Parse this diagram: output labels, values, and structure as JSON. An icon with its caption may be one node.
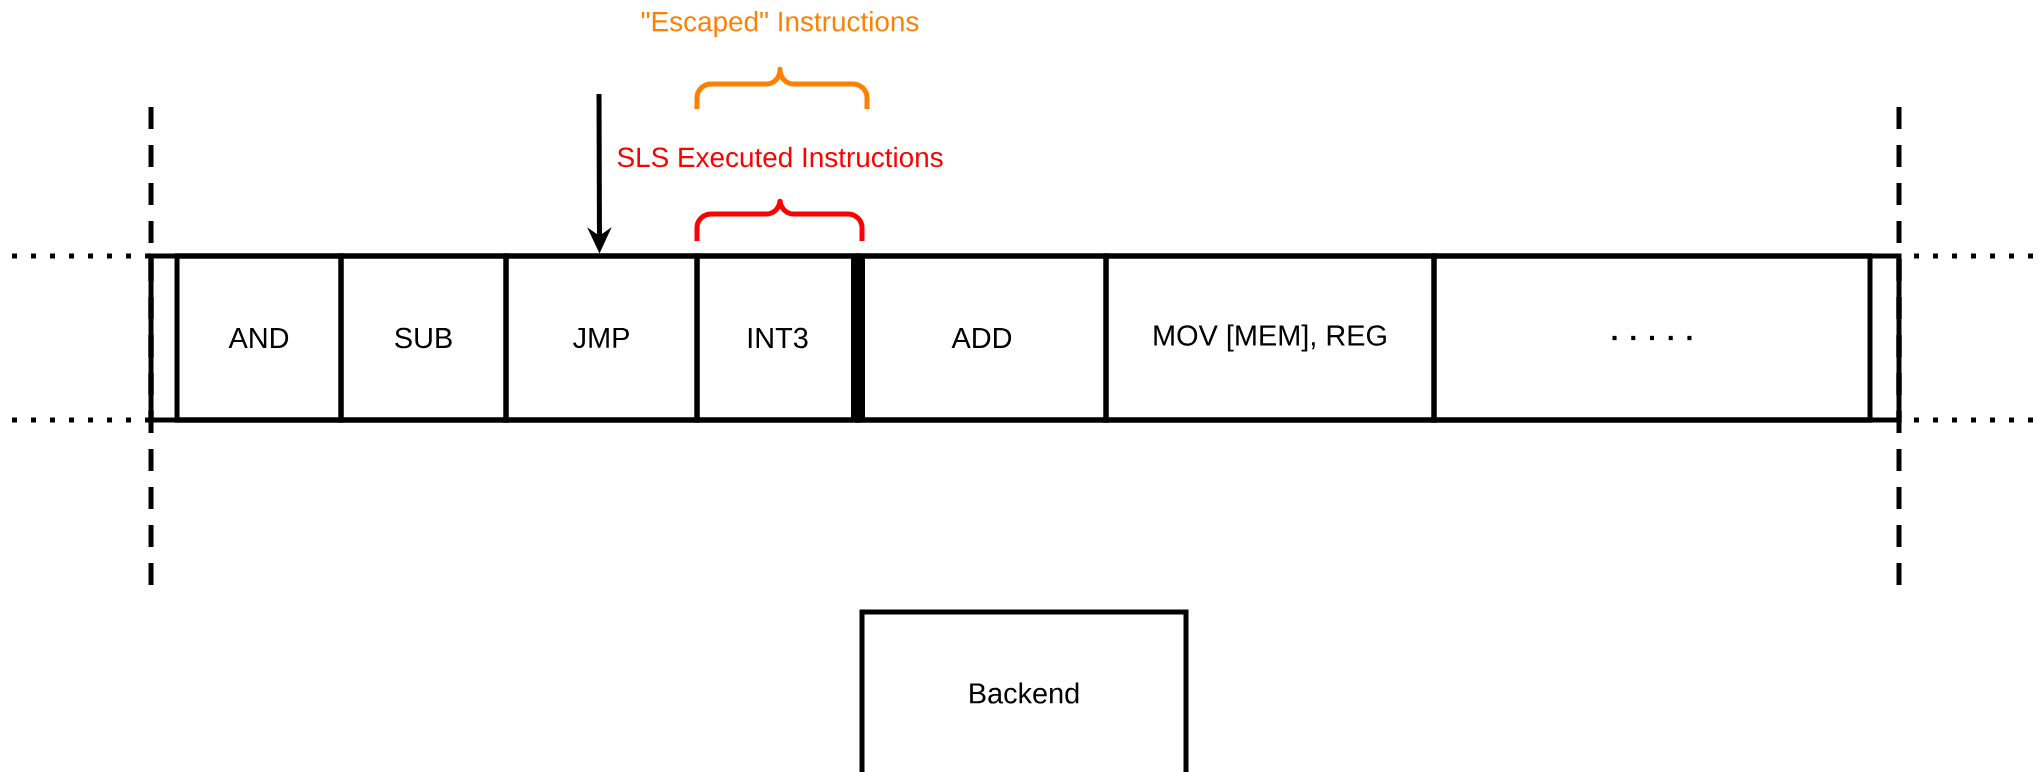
{
  "diagram": {
    "nodes": [
      {
        "text": [
          "AND"
        ]
      },
      {
        "text": [
          "SUB"
        ]
      },
      {
        "text": [
          "JMP"
        ]
      },
      {
        "text": [
          "INT3"
        ]
      },
      {
        "text": [
          "ADD"
        ]
      },
      {
        "text": [
          "MOV [MEM], REG"
        ]
      },
      {
        "text": [
          ". . . . ."
        ]
      },
      {
        "text": [
          "Backend"
        ]
      }
    ],
    "edges": [
      {
        "from": null,
        "to": 2,
        "arrow": "to"
      }
    ],
    "labels": [
      "\"Escaped\" Instructions",
      "SLS Executed Instructions"
    ]
  }
}
